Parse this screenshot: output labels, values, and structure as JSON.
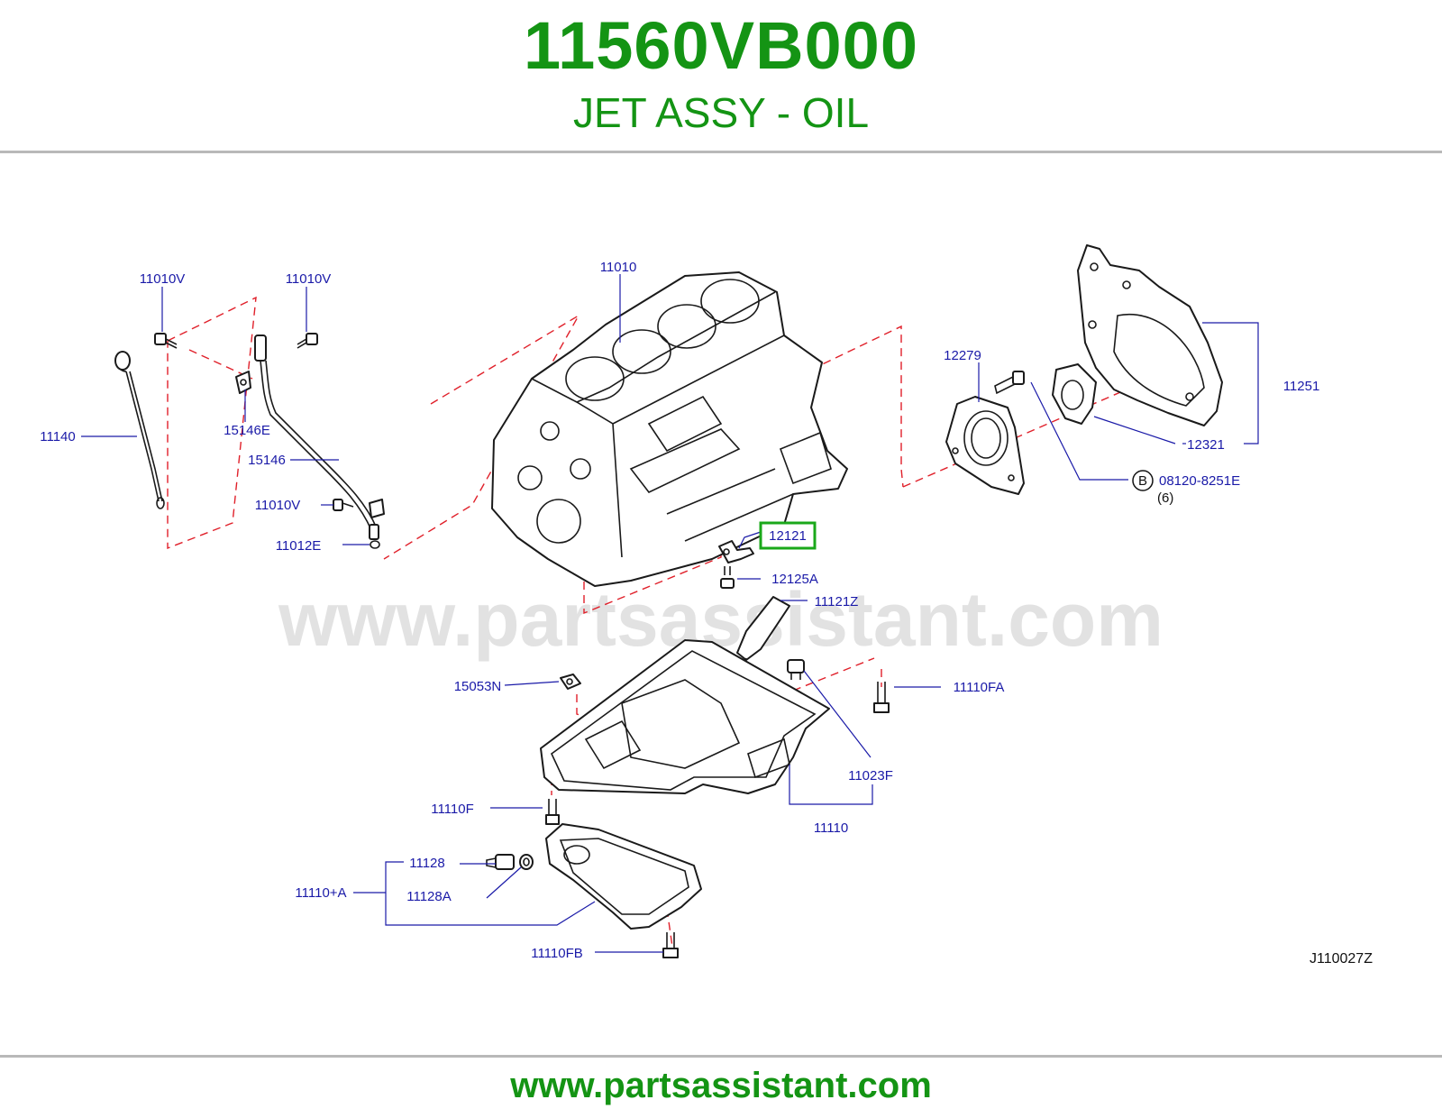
{
  "header": {
    "part_number": "11560VB000",
    "part_name": "JET ASSY - OIL"
  },
  "diagram": {
    "labels": {
      "l11010V_a": "11010V",
      "l11010V_b": "11010V",
      "l11010": "11010",
      "l11140": "11140",
      "l15146E": "15146E",
      "l15146": "15146",
      "l11010V_c": "11010V",
      "l11012E": "11012E",
      "l12279": "12279",
      "l11251": "11251",
      "l12321": "12321",
      "l08120": "08120-8251E",
      "l6": "(6)",
      "lB": "B",
      "l12121": "12121",
      "l12125A": "12125A",
      "l11121Z": "11121Z",
      "l15053N": "15053N",
      "l11110FA": "11110FA",
      "l11023F": "11023F",
      "l11110F": "11110F",
      "l11110": "11110",
      "l11128": "11128",
      "l11110A": "11110+A",
      "l11128A": "11128A",
      "l11110FB": "11110FB",
      "ref": "J110027Z"
    },
    "highlighted_part": "12121",
    "highlight_color": "#1aa81a",
    "label_color": "#1a1aa8",
    "leader_dash_color": "#e0202a",
    "watermark": "www.partsassistant.com"
  },
  "footer": {
    "url": "www.partsassistant.com"
  },
  "colors": {
    "brand_green": "#149414",
    "rule_gray": "#b9b9b9"
  }
}
